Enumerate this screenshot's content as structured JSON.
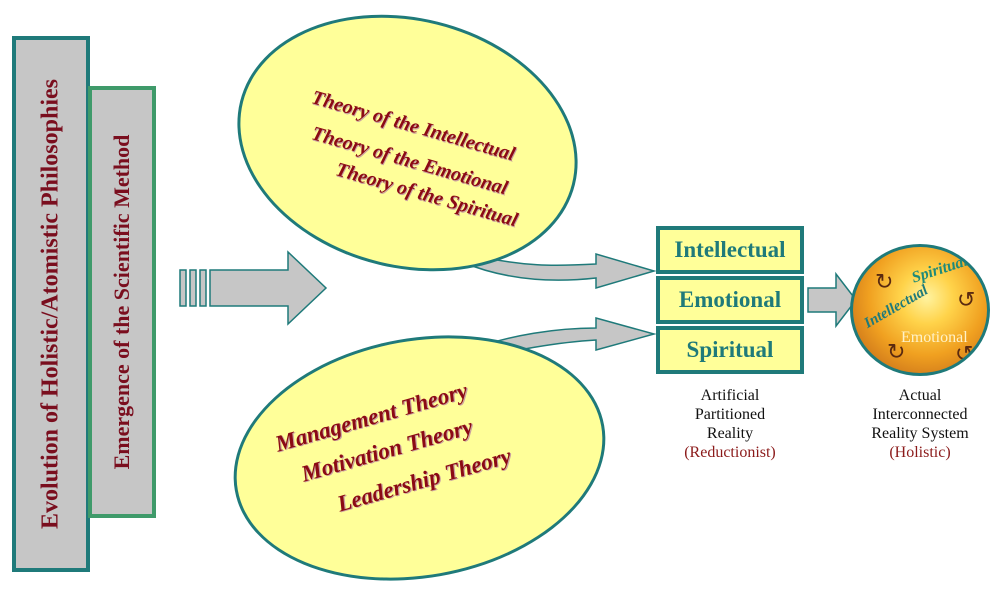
{
  "panels": {
    "outer_text": "Evolution of Holistic/Atomistic Philosophies",
    "inner_text": "Emergence of the Scientific Method"
  },
  "top_ellipse": {
    "lines": [
      "Theory of the Intellectual",
      "Theory of the Emotional",
      "Theory of the Spiritual"
    ]
  },
  "bottom_ellipse": {
    "lines": [
      "Management Theory",
      "Motivation Theory",
      "Leadership Theory"
    ]
  },
  "boxes": [
    "Intellectual",
    "Emotional",
    "Spiritual"
  ],
  "caption_left": {
    "lines": [
      "Artificial",
      "Partitioned",
      "Reality"
    ],
    "accent": "(Reductionist)"
  },
  "globe": {
    "spiritual": "Spiritual",
    "intellectual": "Intellectual",
    "emotional": "Emotional"
  },
  "caption_right": {
    "lines": [
      "Actual",
      "Interconnected",
      "Reality System"
    ],
    "accent": "(Holistic)"
  },
  "colors": {
    "teal": "#1f7a7a",
    "maroon": "#8b0a14",
    "yellow": "#ffff99",
    "gray": "#c6c6c6"
  }
}
